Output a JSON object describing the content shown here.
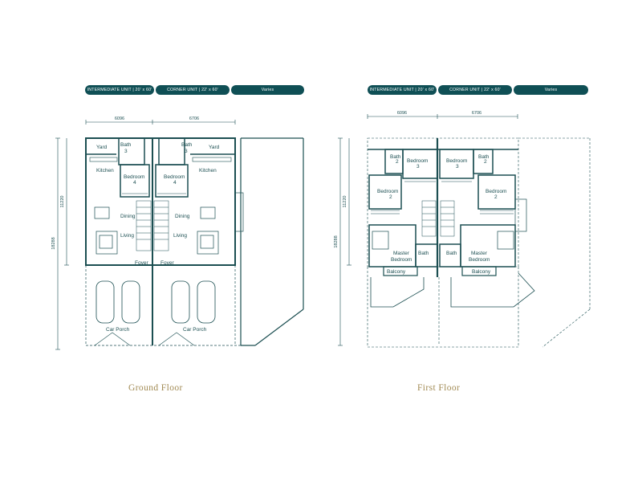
{
  "colors": {
    "primary": "#0f4f55",
    "wall": "#1c4f52",
    "title": "#a18a53",
    "white": "#ffffff"
  },
  "ground": {
    "pills": [
      "INTERMEDIATE UNIT | 20' x 60'",
      "CORNER UNIT | 22' x 60'",
      "Varies"
    ],
    "dim_left_width": "6096",
    "dim_right_width": "6706",
    "dim_inner_depth": "11220",
    "dim_total_depth": "18288",
    "rooms": {
      "yard_left": "Yard",
      "bath_left": "Bath",
      "bath_left_num": "3",
      "kitchen_left": "Kitchen",
      "bedroom_left": "Bedroom",
      "bedroom_left_num": "4",
      "bath_right": "Bath",
      "bath_right_num": "3",
      "yard_right": "Yard",
      "bedroom_right": "Bedroom",
      "bedroom_right_num": "4",
      "kitchen_right": "Kitchen",
      "dining_left": "Dining",
      "dining_right": "Dining",
      "living_left": "Living",
      "living_right": "Living",
      "foyer_left": "Foyer",
      "foyer_right": "Foyer",
      "carporch_left": "Car Porch",
      "carporch_right": "Car Porch"
    },
    "title": "Ground Floor"
  },
  "first": {
    "pills": [
      "INTERMEDIATE UNIT | 20' x 60'",
      "CORNER UNIT | 22' x 60'",
      "Varies"
    ],
    "dim_left_width": "6096",
    "dim_right_width": "6706",
    "dim_inner_depth": "11220",
    "dim_total_depth": "18288",
    "rooms": {
      "bath2_left": "Bath",
      "bath2_left_num": "2",
      "bedroom3_left": "Bedroom",
      "bedroom3_left_num": "3",
      "bedroom3_right": "Bedroom",
      "bedroom3_right_num": "3",
      "bath2_right": "Bath",
      "bath2_right_num": "2",
      "bedroom2_left": "Bedroom",
      "bedroom2_left_num": "2",
      "bedroom2_right": "Bedroom",
      "bedroom2_right_num": "2",
      "master_left_1": "Master",
      "master_left_2": "Bedroom",
      "master_right_1": "Master",
      "master_right_2": "Bedroom",
      "bath_left": "Bath",
      "bath_right": "Bath",
      "balcony_left": "Balcony",
      "balcony_right": "Balcony"
    },
    "title": "First Floor"
  }
}
